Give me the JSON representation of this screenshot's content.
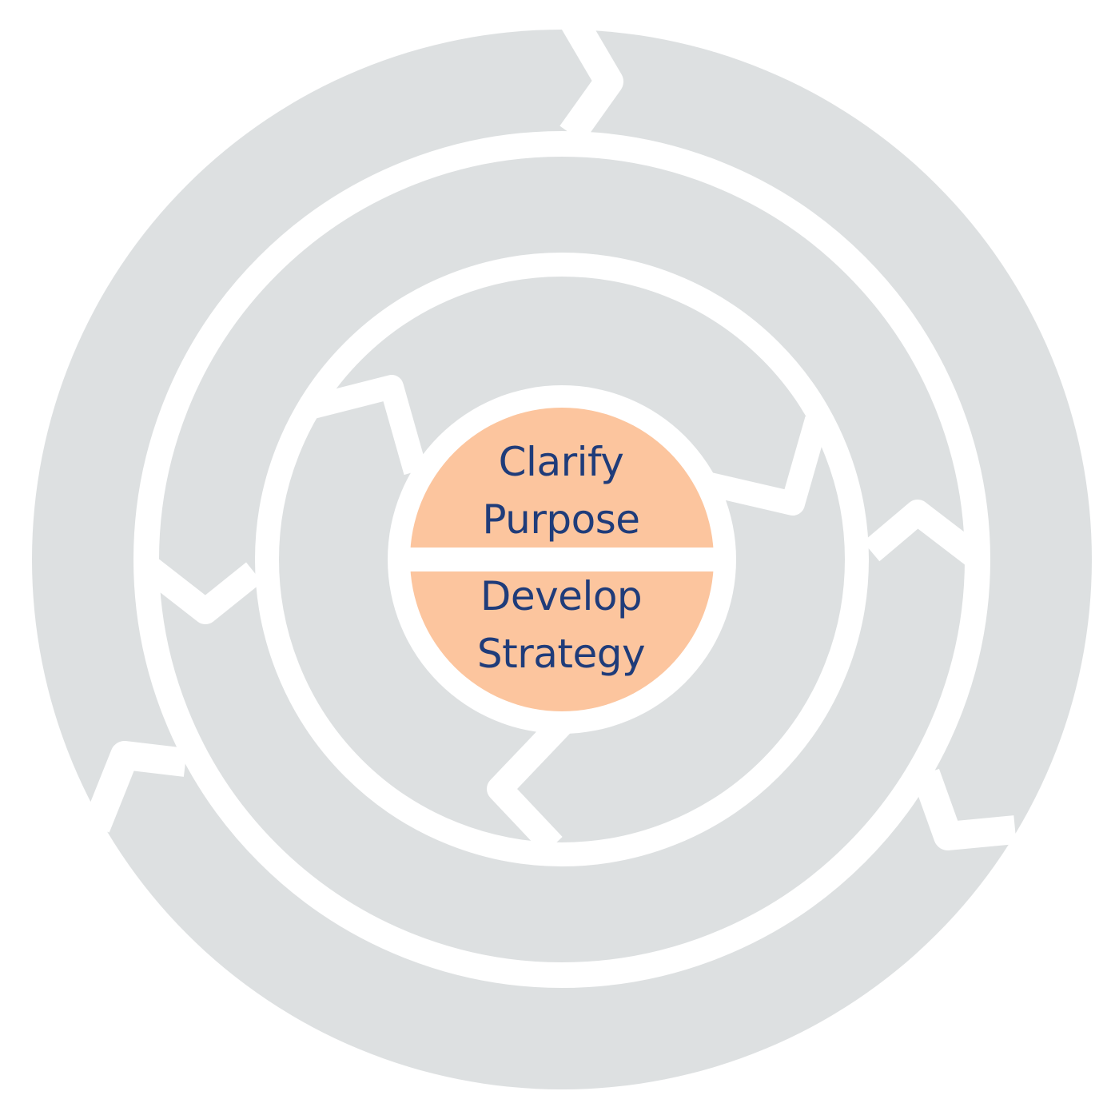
{
  "center": {
    "top_line1": "Clarify",
    "top_line2": "Purpose",
    "bottom_line1": "Develop",
    "bottom_line2": "Strategy"
  },
  "colors": {
    "ring_fill": "#dde0e1",
    "center_fill": "#fcc59e",
    "text": "#1f3c7a",
    "background": "#ffffff"
  }
}
